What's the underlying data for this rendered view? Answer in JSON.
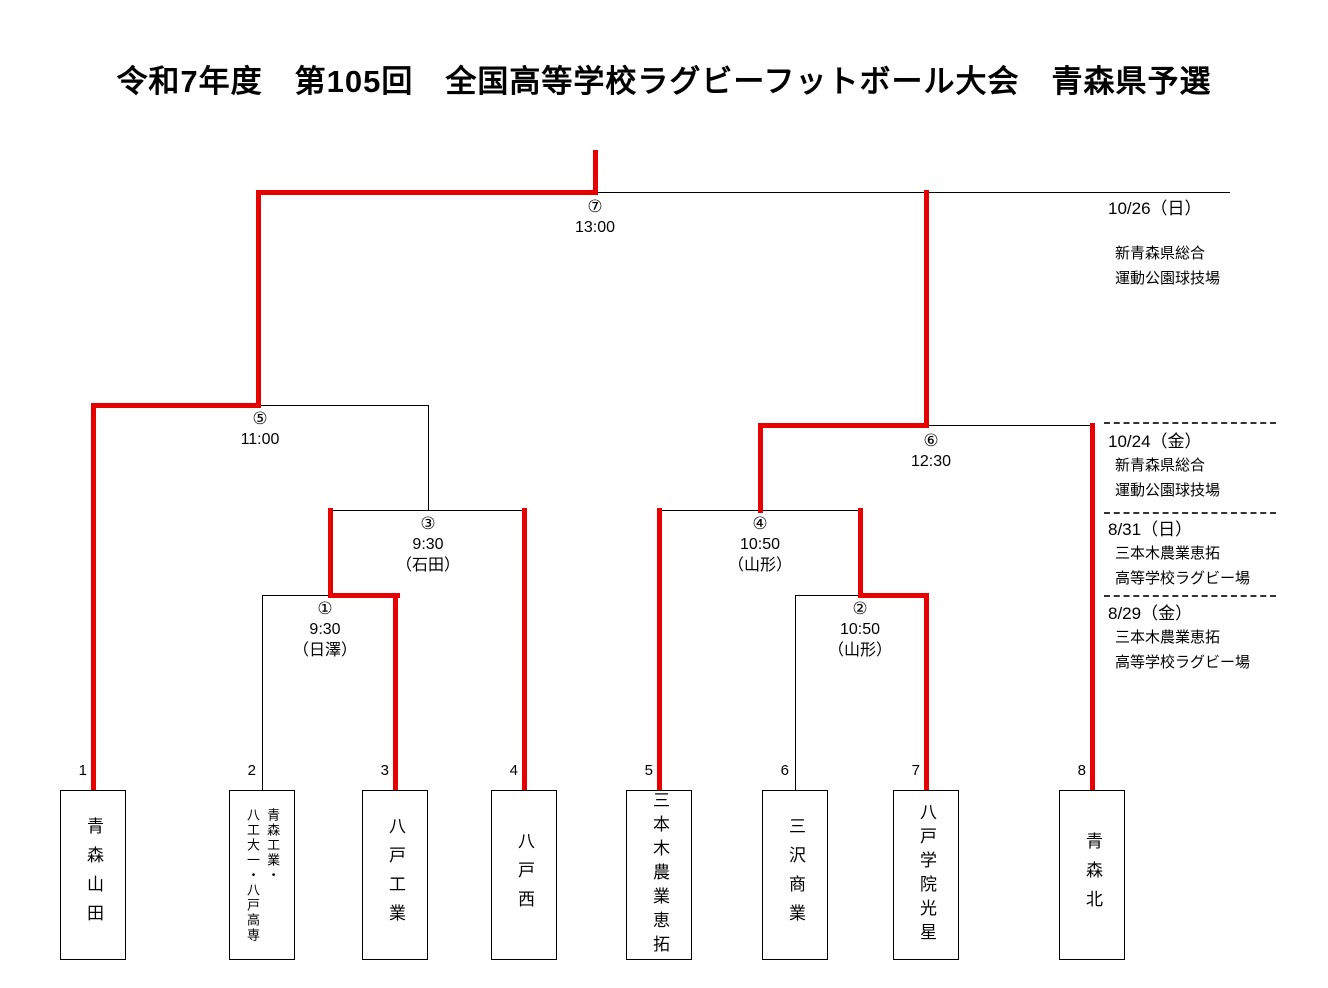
{
  "title": "令和7年度　第105回　全国高等学校ラグビーフットボール大会　青森県予選",
  "colors": {
    "advance_line": "#e60000",
    "bracket_line": "#000000"
  },
  "teams": [
    {
      "seed": "1",
      "name": "青森山田"
    },
    {
      "seed": "2",
      "name": "青森工業・\n八工大一・八戸高専"
    },
    {
      "seed": "3",
      "name": "八戸工業"
    },
    {
      "seed": "4",
      "name": "八戸西"
    },
    {
      "seed": "5",
      "name": "三本木農業恵拓"
    },
    {
      "seed": "6",
      "name": "三沢商業"
    },
    {
      "seed": "7",
      "name": "八戸学院光星"
    },
    {
      "seed": "8",
      "name": "青森北"
    }
  ],
  "matches": [
    {
      "no": "①",
      "time": "9:30",
      "official": "（日澤）"
    },
    {
      "no": "②",
      "time": "10:50",
      "official": "（山形）"
    },
    {
      "no": "③",
      "time": "9:30",
      "official": "（石田）"
    },
    {
      "no": "④",
      "time": "10:50",
      "official": "（山形）"
    },
    {
      "no": "⑤",
      "time": "11:00",
      "official": ""
    },
    {
      "no": "⑥",
      "time": "12:30",
      "official": ""
    },
    {
      "no": "⑦",
      "time": "13:00",
      "official": ""
    }
  ],
  "schedule": [
    {
      "date": "10/26（日）",
      "venue1": "新青森県総合",
      "venue2": "運動公園球技場"
    },
    {
      "date": "10/24（金）",
      "venue1": "新青森県総合",
      "venue2": "運動公園球技場"
    },
    {
      "date": "8/31（日）",
      "venue1": "三本木農業恵拓",
      "venue2": "高等学校ラグビー場"
    },
    {
      "date": "8/29（金）",
      "venue1": "三本木農業恵拓",
      "venue2": "高等学校ラグビー場"
    }
  ]
}
